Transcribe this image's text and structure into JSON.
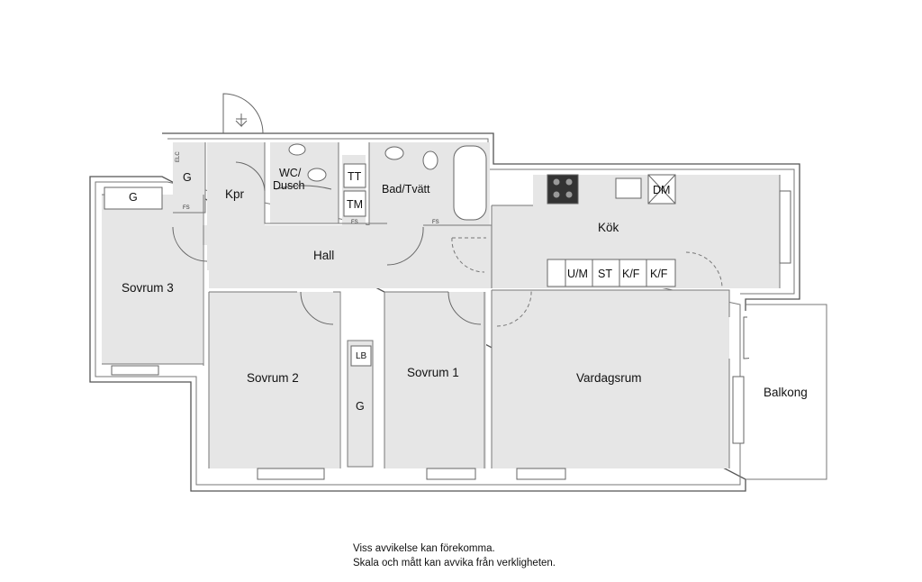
{
  "rooms": {
    "sovrum3": "Sovrum 3",
    "sovrum2": "Sovrum 2",
    "sovrum1": "Sovrum 1",
    "vardagsrum": "Vardagsrum",
    "kok": "Kök",
    "hall": "Hall",
    "kpr": "Kpr",
    "wc_line1": "WC/",
    "wc_line2": "Dusch",
    "bad": "Bad/Tvätt",
    "balkong": "Balkong"
  },
  "fixtures": {
    "g": "G",
    "tt": "TT",
    "tm": "TM",
    "dm": "DM",
    "um": "U/M",
    "st": "ST",
    "kf": "K/F",
    "lb": "LB",
    "fs": "FS",
    "elc": "ELC"
  },
  "notes": {
    "line1": "Viss avvikelse kan förekomma.",
    "line2": "Skala och mått kan avvika från verkligheten."
  }
}
